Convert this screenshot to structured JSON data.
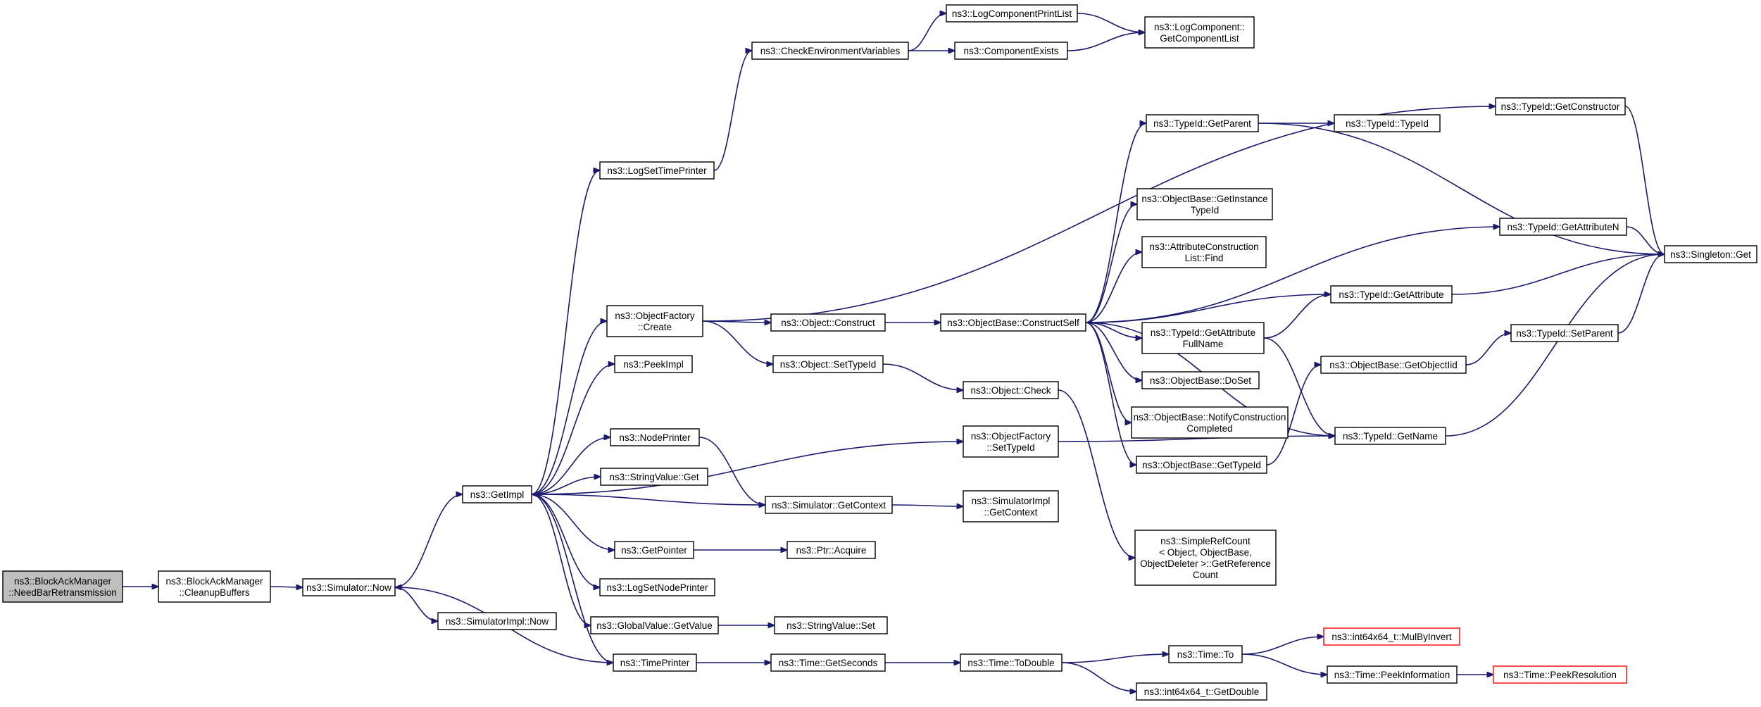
{
  "nodes": [
    {
      "id": "n_root",
      "name": "node-blockackmanager-needbarretransmission",
      "lines": [
        "ns3::BlockAckManager",
        "::NeedBarRetransmission"
      ],
      "root": true
    },
    {
      "id": "n_cleanup",
      "name": "node-blockackmanager-cleanupbuffers",
      "lines": [
        "ns3::BlockAckManager",
        "::CleanupBuffers"
      ]
    },
    {
      "id": "n_now",
      "name": "node-simulator-now",
      "lines": [
        "ns3::Simulator::Now"
      ]
    },
    {
      "id": "n_implnow",
      "name": "node-simulatorimpl-now",
      "lines": [
        "ns3::SimulatorImpl::Now"
      ]
    },
    {
      "id": "n_getimpl",
      "name": "node-getimpl",
      "lines": [
        "ns3::GetImpl"
      ]
    },
    {
      "id": "n_logsettime",
      "name": "node-logsettimeprinter",
      "lines": [
        "ns3::LogSetTimePrinter"
      ]
    },
    {
      "id": "n_checkenv",
      "name": "node-checkenvironmentvariables",
      "lines": [
        "ns3::CheckEnvironmentVariables"
      ]
    },
    {
      "id": "n_logcompprint",
      "name": "node-logcomponentprintlist",
      "lines": [
        "ns3::LogComponentPrintList"
      ]
    },
    {
      "id": "n_compexists",
      "name": "node-componentexists",
      "lines": [
        "ns3::ComponentExists"
      ]
    },
    {
      "id": "n_getcomplist",
      "name": "node-logcomponent-getcomponentlist",
      "lines": [
        "ns3::LogComponent::",
        "GetComponentList"
      ]
    },
    {
      "id": "n_ofcreate",
      "name": "node-objectfactory-create",
      "lines": [
        "ns3::ObjectFactory",
        "::Create"
      ]
    },
    {
      "id": "n_peekimpl",
      "name": "node-peekimpl",
      "lines": [
        "ns3::PeekImpl"
      ]
    },
    {
      "id": "n_nodeprinter",
      "name": "node-nodeprinter",
      "lines": [
        "ns3::NodePrinter"
      ]
    },
    {
      "id": "n_strget",
      "name": "node-stringvalue-get",
      "lines": [
        "ns3::StringValue::Get"
      ]
    },
    {
      "id": "n_getpointer",
      "name": "node-getpointer",
      "lines": [
        "ns3::GetPointer"
      ]
    },
    {
      "id": "n_logsetnode",
      "name": "node-logsetnodeprinter",
      "lines": [
        "ns3::LogSetNodePrinter"
      ]
    },
    {
      "id": "n_gvget",
      "name": "node-globalvalue-getvalue",
      "lines": [
        "ns3::GlobalValue::GetValue"
      ]
    },
    {
      "id": "n_timeprinter",
      "name": "node-timeprinter",
      "lines": [
        "ns3::TimePrinter"
      ]
    },
    {
      "id": "n_objconstruct",
      "name": "node-object-construct",
      "lines": [
        "ns3::Object::Construct"
      ]
    },
    {
      "id": "n_objsettypeid",
      "name": "node-object-settypeid",
      "lines": [
        "ns3::Object::SetTypeId"
      ]
    },
    {
      "id": "n_simgetctx",
      "name": "node-simulator-getcontext",
      "lines": [
        "ns3::Simulator::GetContext"
      ]
    },
    {
      "id": "n_ptracquire",
      "name": "node-ptr-acquire",
      "lines": [
        "ns3::Ptr::Acquire"
      ]
    },
    {
      "id": "n_strset",
      "name": "node-stringvalue-set",
      "lines": [
        "ns3::StringValue::Set"
      ]
    },
    {
      "id": "n_getseconds",
      "name": "node-time-getseconds",
      "lines": [
        "ns3::Time::GetSeconds"
      ]
    },
    {
      "id": "n_objcheck",
      "name": "node-object-check",
      "lines": [
        "ns3::Object::Check"
      ]
    },
    {
      "id": "n_ofsettypeid",
      "name": "node-objectfactory-settypeid",
      "lines": [
        "ns3::ObjectFactory",
        "::SetTypeId"
      ]
    },
    {
      "id": "n_implgetctx",
      "name": "node-simulatorimpl-getcontext",
      "lines": [
        "ns3::SimulatorImpl",
        "::GetContext"
      ]
    },
    {
      "id": "n_todouble",
      "name": "node-time-todouble",
      "lines": [
        "ns3::Time::ToDouble"
      ]
    },
    {
      "id": "n_constructself",
      "name": "node-objectbase-constructself",
      "lines": [
        "ns3::ObjectBase::ConstructSelf"
      ]
    },
    {
      "id": "n_tidgetparent",
      "name": "node-typeid-getparent",
      "lines": [
        "ns3::TypeId::GetParent"
      ]
    },
    {
      "id": "n_obgetinst",
      "name": "node-objectbase-getinstancetypeid",
      "lines": [
        "ns3::ObjectBase::GetInstance",
        "TypeId"
      ]
    },
    {
      "id": "n_acfind",
      "name": "node-attributeconstructionlist-find",
      "lines": [
        "ns3::AttributeConstruction",
        "List::Find"
      ]
    },
    {
      "id": "n_tidgetattrfull",
      "name": "node-typeid-getattributefullname",
      "lines": [
        "ns3::TypeId::GetAttribute",
        "FullName"
      ]
    },
    {
      "id": "n_obdoset",
      "name": "node-objectbase-doset",
      "lines": [
        "ns3::ObjectBase::DoSet"
      ]
    },
    {
      "id": "n_obnotify",
      "name": "node-objectbase-notifyconstructioncompleted",
      "lines": [
        "ns3::ObjectBase::NotifyConstruction",
        "Completed"
      ]
    },
    {
      "id": "n_obgettypeid",
      "name": "node-objectbase-gettypeid",
      "lines": [
        "ns3::ObjectBase::GetTypeId"
      ]
    },
    {
      "id": "n_simplerefcount",
      "name": "node-simplerefcount-getreferencecount",
      "lines": [
        "ns3::SimpleRefCount",
        "< Object, ObjectBase,",
        "ObjectDeleter >::GetReference",
        "Count"
      ]
    },
    {
      "id": "n_timeto",
      "name": "node-time-to",
      "lines": [
        "ns3::Time::To"
      ]
    },
    {
      "id": "n_getdouble",
      "name": "node-int64x64-getdouble",
      "lines": [
        "ns3::int64x64_t::GetDouble"
      ]
    },
    {
      "id": "n_tidtypeid",
      "name": "node-typeid-typeid",
      "lines": [
        "ns3::TypeId::TypeId"
      ]
    },
    {
      "id": "n_tidgetconstructor",
      "name": "node-typeid-getconstructor",
      "lines": [
        "ns3::TypeId::GetConstructor"
      ]
    },
    {
      "id": "n_tidgetattrn",
      "name": "node-typeid-getattributen",
      "lines": [
        "ns3::TypeId::GetAttributeN"
      ]
    },
    {
      "id": "n_tidgetattr",
      "name": "node-typeid-getattribute",
      "lines": [
        "ns3::TypeId::GetAttribute"
      ]
    },
    {
      "id": "n_obgetobjtid",
      "name": "node-objectbase-getobjectiid",
      "lines": [
        "ns3::ObjectBase::GetObjectIid"
      ]
    },
    {
      "id": "n_tidgetname",
      "name": "node-typeid-getname",
      "lines": [
        "ns3::TypeId::GetName"
      ]
    },
    {
      "id": "n_mulbyinvert",
      "name": "node-int64x64-mulbyinvert",
      "lines": [
        "ns3::int64x64_t::MulByInvert"
      ],
      "truncated": true
    },
    {
      "id": "n_peekinfo",
      "name": "node-time-peekinformation",
      "lines": [
        "ns3::Time::PeekInformation"
      ]
    },
    {
      "id": "n_peekres",
      "name": "node-time-peekresolution",
      "lines": [
        "ns3::Time::PeekResolution"
      ],
      "truncated": true
    },
    {
      "id": "n_tidsetparent",
      "name": "node-typeid-setparent",
      "lines": [
        "ns3::TypeId::SetParent"
      ]
    },
    {
      "id": "n_singleton",
      "name": "node-singleton-get",
      "lines": [
        "ns3::Singleton::Get"
      ]
    }
  ],
  "edges": [
    {
      "from": "n_root",
      "to": "n_cleanup"
    },
    {
      "from": "n_cleanup",
      "to": "n_now"
    },
    {
      "from": "n_now",
      "to": "n_getimpl"
    },
    {
      "from": "n_now",
      "to": "n_implnow"
    },
    {
      "from": "n_getimpl",
      "to": "n_logsettime"
    },
    {
      "from": "n_getimpl",
      "to": "n_ofcreate"
    },
    {
      "from": "n_getimpl",
      "to": "n_peekimpl"
    },
    {
      "from": "n_getimpl",
      "to": "n_ofsettypeid"
    },
    {
      "from": "n_getimpl",
      "to": "n_nodeprinter"
    },
    {
      "from": "n_getimpl",
      "to": "n_strget"
    },
    {
      "from": "n_getimpl",
      "to": "n_getpointer"
    },
    {
      "from": "n_getimpl",
      "to": "n_logsetnode"
    },
    {
      "from": "n_getimpl",
      "to": "n_gvget"
    },
    {
      "from": "n_getimpl",
      "to": "n_timeprinter"
    },
    {
      "from": "n_timeprinter",
      "to": "n_now"
    },
    {
      "from": "n_simgetctx",
      "to": "n_getimpl"
    },
    {
      "from": "n_logsettime",
      "to": "n_checkenv"
    },
    {
      "from": "n_checkenv",
      "to": "n_logcompprint"
    },
    {
      "from": "n_checkenv",
      "to": "n_compexists"
    },
    {
      "from": "n_logcompprint",
      "to": "n_getcomplist"
    },
    {
      "from": "n_compexists",
      "to": "n_getcomplist"
    },
    {
      "from": "n_ofcreate",
      "to": "n_tidgetconstructor"
    },
    {
      "from": "n_ofcreate",
      "to": "n_objconstruct"
    },
    {
      "from": "n_ofcreate",
      "to": "n_objsettypeid"
    },
    {
      "from": "n_nodeprinter",
      "to": "n_simgetctx"
    },
    {
      "from": "n_simgetctx",
      "to": "n_implgetctx"
    },
    {
      "from": "n_getpointer",
      "to": "n_ptracquire"
    },
    {
      "from": "n_gvget",
      "to": "n_strset"
    },
    {
      "from": "n_timeprinter",
      "to": "n_getseconds"
    },
    {
      "from": "n_getseconds",
      "to": "n_todouble"
    },
    {
      "from": "n_objconstruct",
      "to": "n_constructself"
    },
    {
      "from": "n_objsettypeid",
      "to": "n_objcheck"
    },
    {
      "from": "n_objcheck",
      "to": "n_simplerefcount"
    },
    {
      "from": "n_ofsettypeid",
      "to": "n_tidgetname"
    },
    {
      "from": "n_constructself",
      "to": "n_tidgetparent"
    },
    {
      "from": "n_constructself",
      "to": "n_tidgetattrn"
    },
    {
      "from": "n_constructself",
      "to": "n_obgetinst"
    },
    {
      "from": "n_constructself",
      "to": "n_acfind"
    },
    {
      "from": "n_constructself",
      "to": "n_tidgetattr"
    },
    {
      "from": "n_constructself",
      "to": "n_tidgetattrfull"
    },
    {
      "from": "n_constructself",
      "to": "n_obdoset"
    },
    {
      "from": "n_constructself",
      "to": "n_obnotify"
    },
    {
      "from": "n_constructself",
      "to": "n_obgettypeid"
    },
    {
      "from": "n_constructself",
      "to": "n_tidgetname"
    },
    {
      "from": "n_tidgetparent",
      "to": "n_tidtypeid"
    },
    {
      "from": "n_tidgetparent",
      "to": "n_singleton"
    },
    {
      "from": "n_tidgetattrfull",
      "to": "n_tidgetattr"
    },
    {
      "from": "n_tidgetattrfull",
      "to": "n_tidgetname"
    },
    {
      "from": "n_obgettypeid",
      "to": "n_obgetobjtid"
    },
    {
      "from": "n_obgetobjtid",
      "to": "n_tidsetparent"
    },
    {
      "from": "n_tidsetparent",
      "to": "n_singleton"
    },
    {
      "from": "n_tidgetconstructor",
      "to": "n_singleton"
    },
    {
      "from": "n_tidgetattrn",
      "to": "n_singleton"
    },
    {
      "from": "n_tidgetattr",
      "to": "n_singleton"
    },
    {
      "from": "n_tidgetname",
      "to": "n_singleton"
    },
    {
      "from": "n_todouble",
      "to": "n_timeto"
    },
    {
      "from": "n_todouble",
      "to": "n_getdouble"
    },
    {
      "from": "n_timeto",
      "to": "n_mulbyinvert"
    },
    {
      "from": "n_timeto",
      "to": "n_peekinfo"
    },
    {
      "from": "n_peekinfo",
      "to": "n_peekres"
    }
  ]
}
